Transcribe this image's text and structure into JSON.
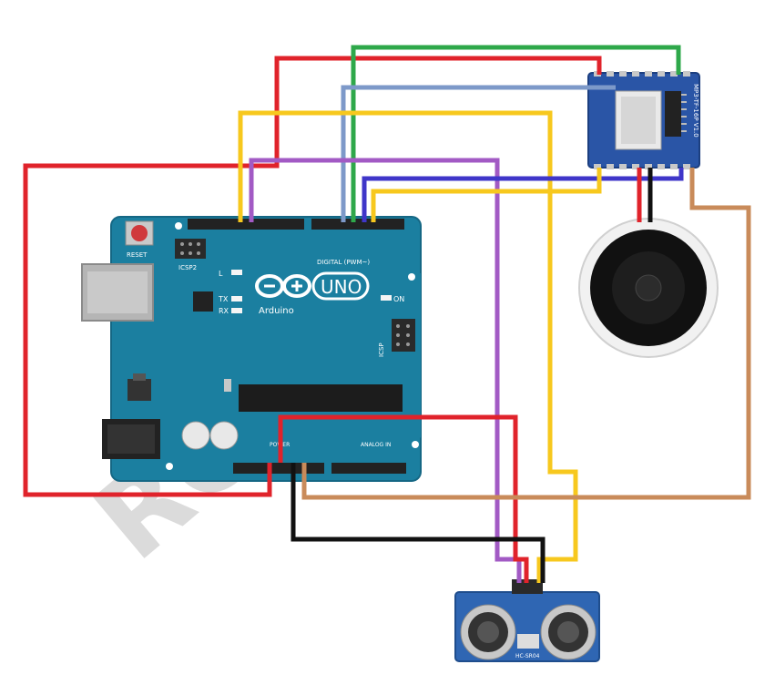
{
  "arduino": {
    "reset_label": "RESET",
    "icsp2_label": "ICSP2",
    "icsp_label": "ICSP",
    "l_label": "L",
    "tx_label": "TX",
    "rx_label": "RX",
    "on_label": "ON",
    "uno_label": "UNO",
    "brand_label": "Arduino",
    "digital_label": "DIGITAL (PWM~)",
    "power_label": "POWER",
    "analog_label": "ANALOG IN"
  },
  "mp3_module": {
    "label": "MP3-TF-16P V1.0"
  },
  "sensor": {
    "label": "HC-SR04"
  },
  "watermark": {
    "text": "RC"
  },
  "wire_colors": {
    "red": "#e0232b",
    "green": "#2ea84a",
    "blue_grey": "#7d99c9",
    "yellow": "#f7c81e",
    "purple": "#a25ac4",
    "blue": "#3f36c9",
    "black": "#111111",
    "brown": "#c98b5a"
  }
}
